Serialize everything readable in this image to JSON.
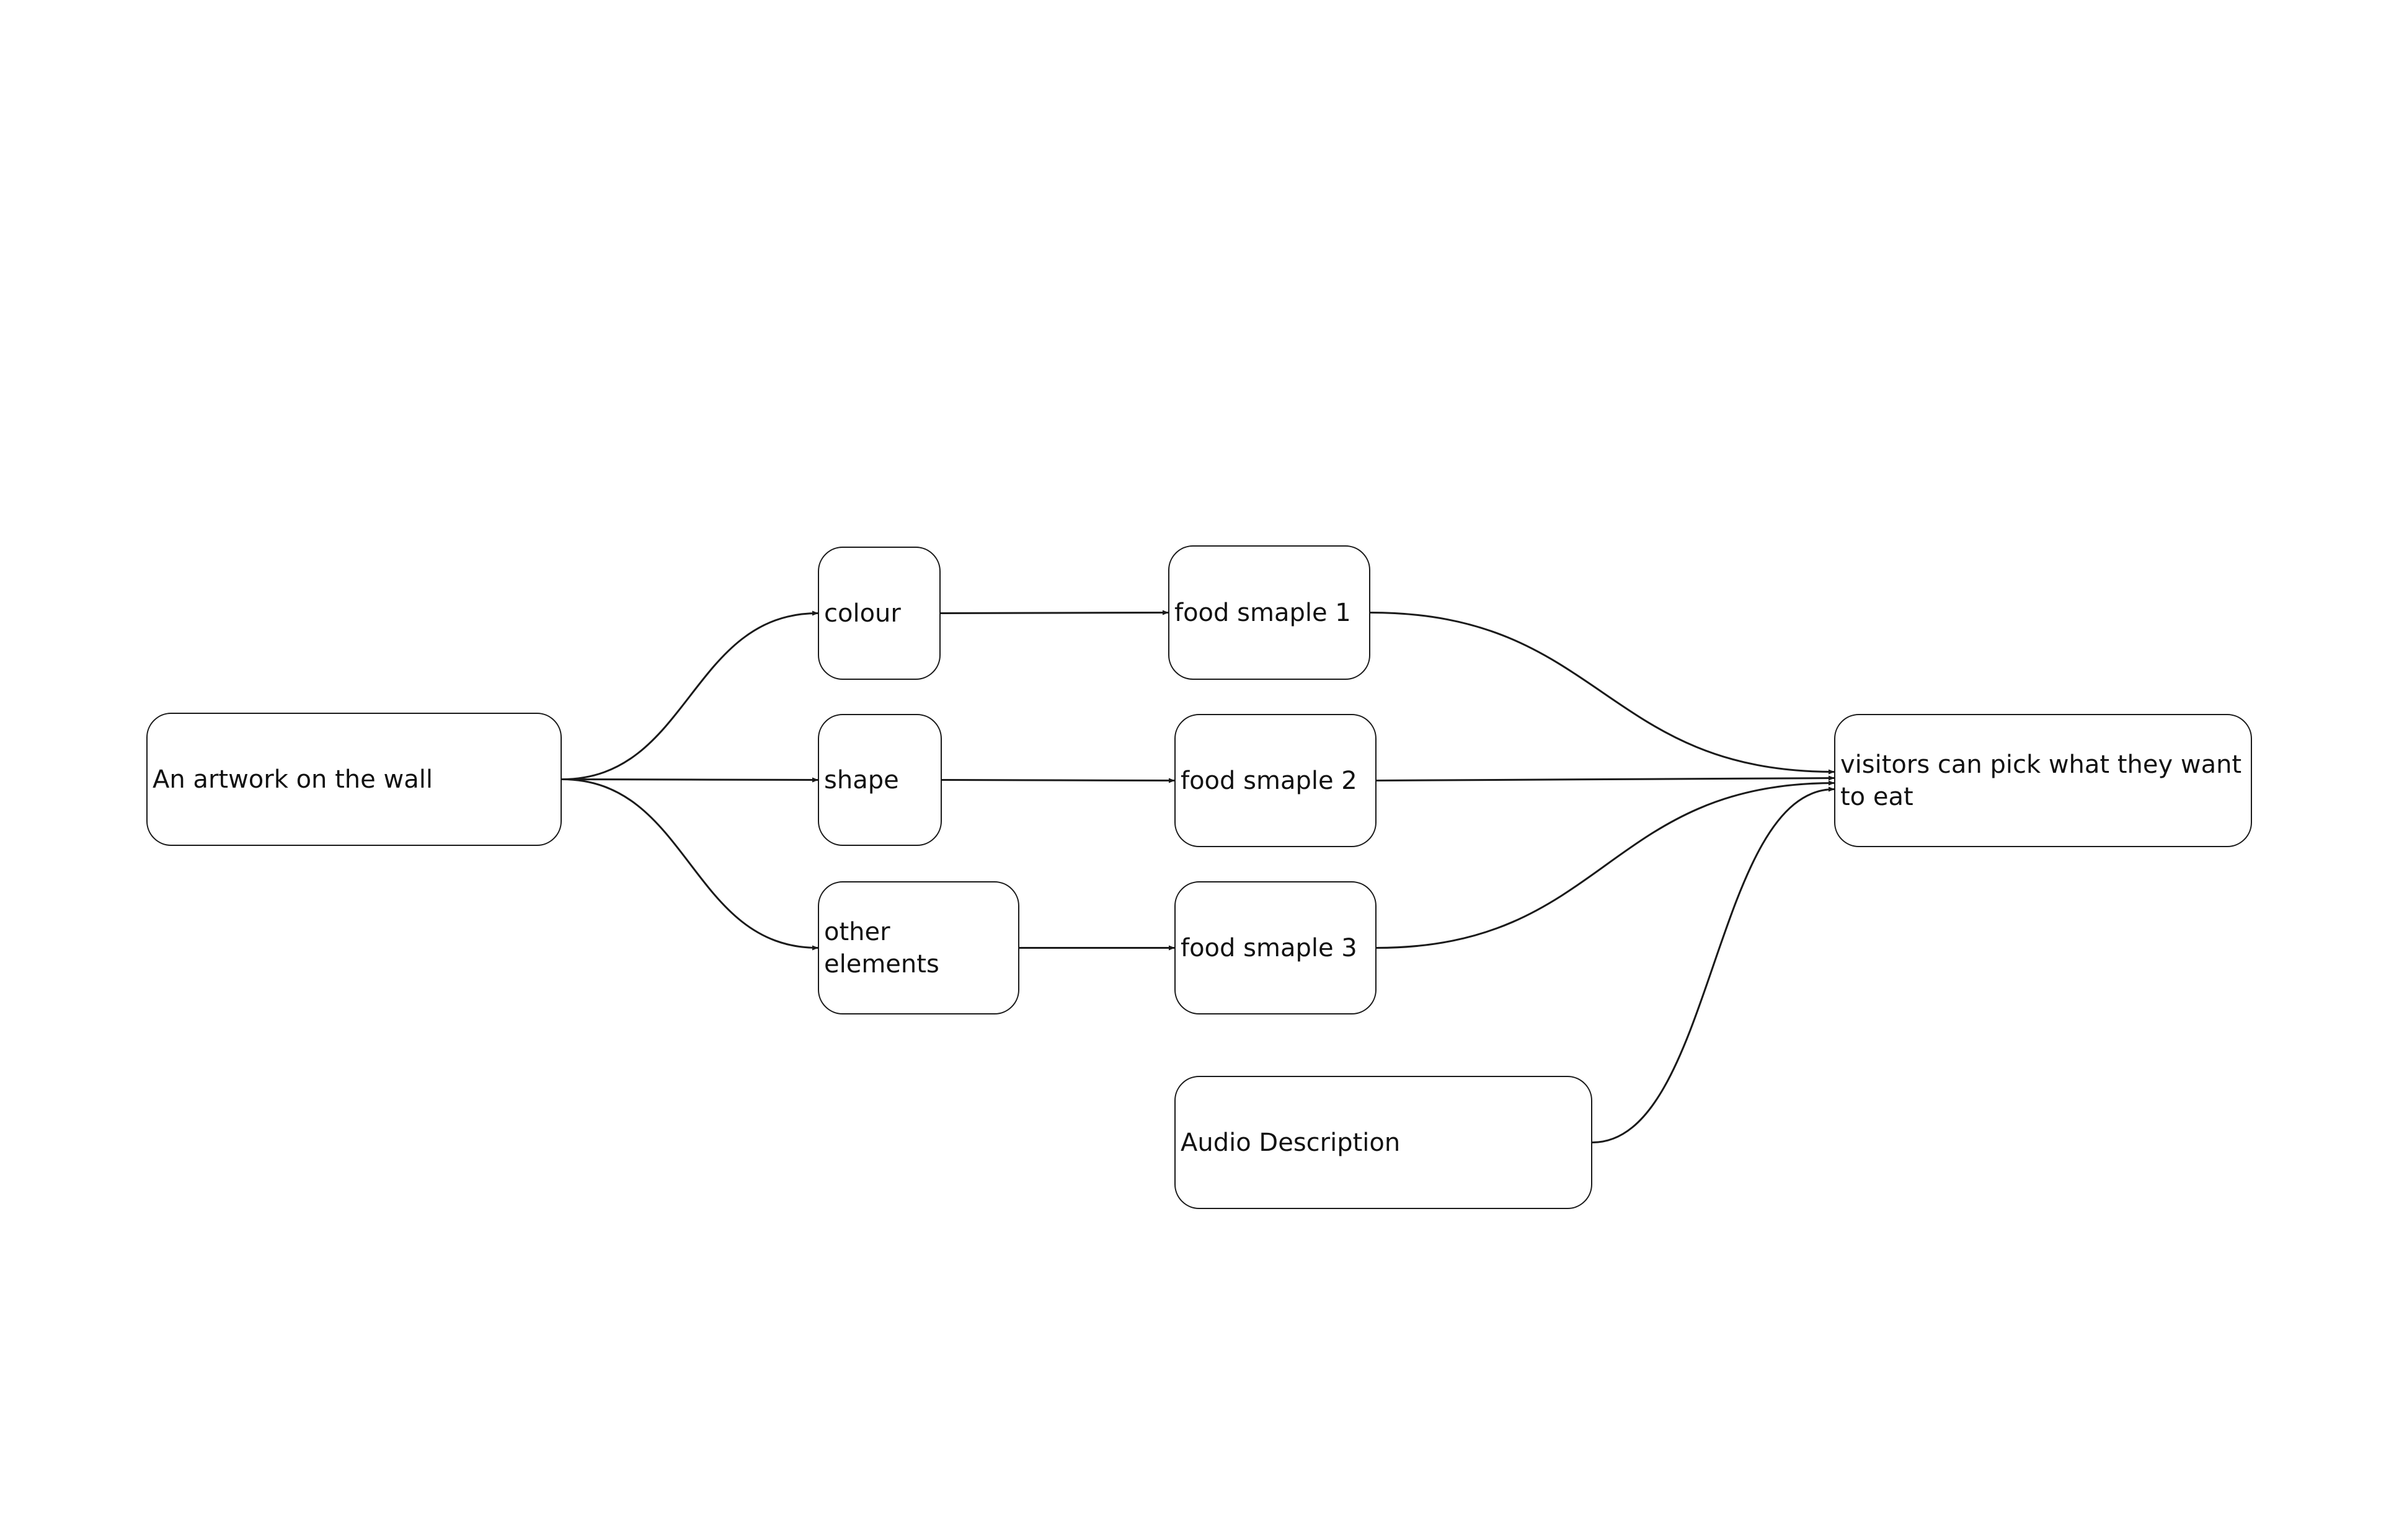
{
  "diagram": {
    "nodes": [
      {
        "id": "artwork",
        "label": "An artwork on the wall"
      },
      {
        "id": "colour",
        "label": "colour"
      },
      {
        "id": "shape",
        "label": "shape"
      },
      {
        "id": "other",
        "label": "other elements"
      },
      {
        "id": "food1",
        "label": "food smaple 1"
      },
      {
        "id": "food2",
        "label": "food smaple 2"
      },
      {
        "id": "food3",
        "label": "food smaple 3"
      },
      {
        "id": "audio",
        "label": "Audio Description"
      },
      {
        "id": "visitors",
        "label": "visitors can pick what they want to eat"
      }
    ],
    "edges": [
      {
        "from": "artwork",
        "to": "colour"
      },
      {
        "from": "artwork",
        "to": "shape"
      },
      {
        "from": "artwork",
        "to": "other"
      },
      {
        "from": "colour",
        "to": "food1"
      },
      {
        "from": "shape",
        "to": "food2"
      },
      {
        "from": "other",
        "to": "food3"
      },
      {
        "from": "food1",
        "to": "visitors"
      },
      {
        "from": "food2",
        "to": "visitors"
      },
      {
        "from": "food3",
        "to": "visitors"
      },
      {
        "from": "audio",
        "to": "visitors"
      }
    ],
    "colors": {
      "stroke": "#1a1a1a",
      "text": "#111111",
      "background": "#ffffff"
    }
  }
}
